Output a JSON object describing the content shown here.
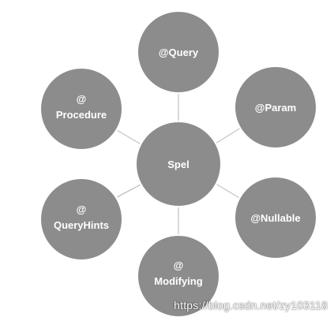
{
  "diagram": {
    "center": {
      "label": "Spel"
    },
    "satellites": [
      {
        "id": "query",
        "lines": [
          "@Query"
        ]
      },
      {
        "id": "param",
        "lines": [
          "@Param"
        ]
      },
      {
        "id": "nullable",
        "lines": [
          "@Nullable"
        ]
      },
      {
        "id": "modifying",
        "lines": [
          "@",
          "Modifying"
        ]
      },
      {
        "id": "queryhints",
        "lines": [
          "@",
          "QueryHints"
        ]
      },
      {
        "id": "procedure",
        "lines": [
          "@",
          "Procedure"
        ]
      }
    ]
  },
  "watermark": {
    "text": "https://blog.csdn.net/zy103118"
  },
  "colors": {
    "node_fill": "#8c8c8c",
    "node_stroke": "#ffffff",
    "connector": "#b3b3b3",
    "label": "#ffffff",
    "background": "#ffffff"
  }
}
